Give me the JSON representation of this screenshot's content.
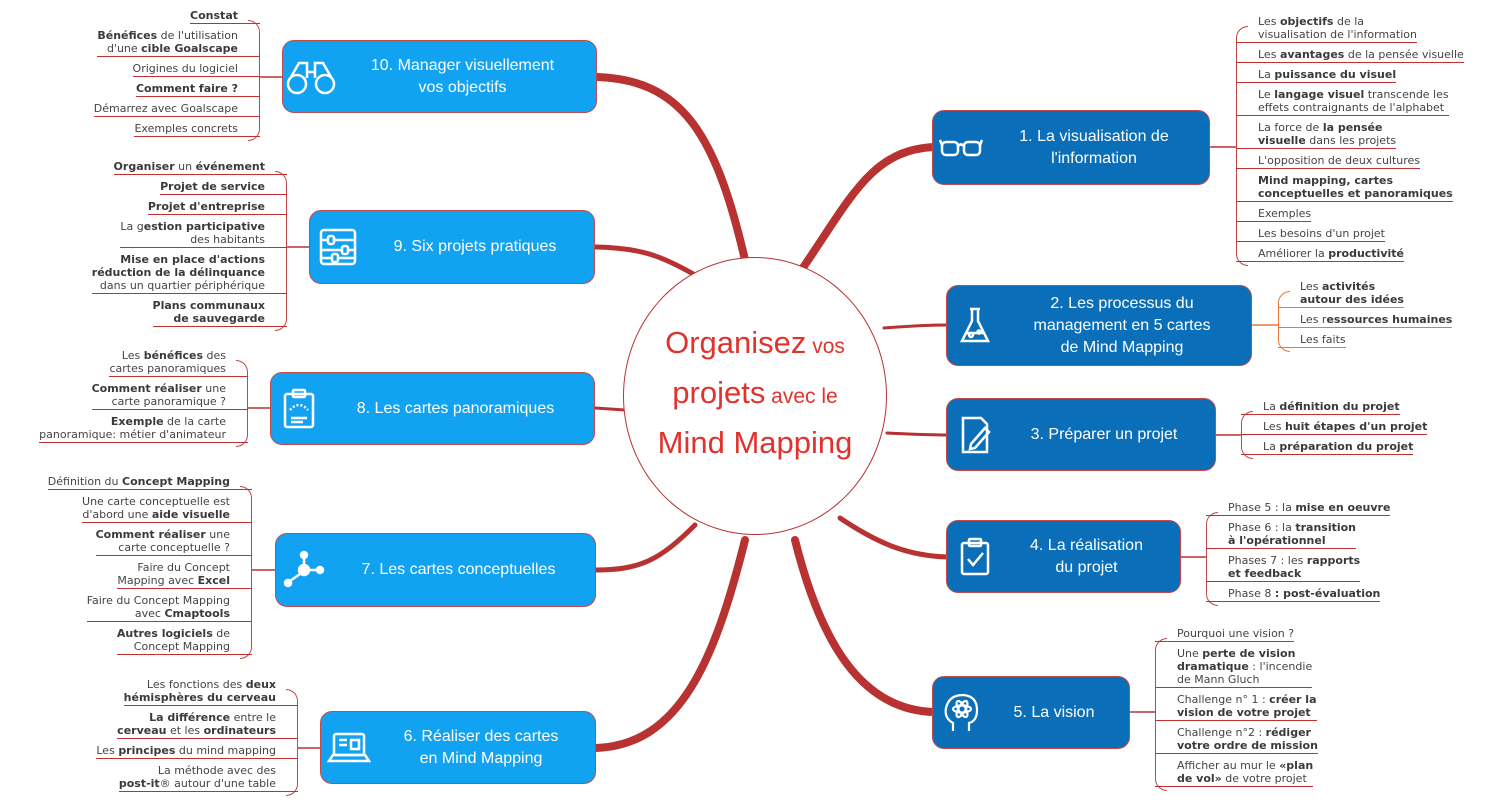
{
  "colors": {
    "branch": "#b83232",
    "right_box": "#0a6fb8",
    "left_box": "#12a2f2",
    "title": "#e0332e",
    "orange": "#e8793a"
  },
  "center": {
    "segments": [
      {
        "t": "Organisez",
        "size": "big"
      },
      {
        "t": " vos",
        "size": "small"
      },
      {
        "t": "\n"
      },
      {
        "t": "projets",
        "size": "big"
      },
      {
        "t": " avec le",
        "size": "small"
      },
      {
        "t": "\n"
      },
      {
        "t": "Mind Mapping",
        "size": "big"
      }
    ]
  },
  "branches": [
    {
      "id": "b1",
      "label": "1. La visualisation de\nl'information",
      "icon": "glasses-icon",
      "leaves": [
        [
          {
            "t": "Les "
          },
          {
            "t": "objectifs",
            "b": true
          },
          {
            "t": " de la\nvisualisation de l'information"
          }
        ],
        [
          {
            "t": "Les "
          },
          {
            "t": "avantages",
            "b": true
          },
          {
            "t": " de la pensée visuelle"
          }
        ],
        [
          {
            "t": "La "
          },
          {
            "t": "puissance du visuel",
            "b": true
          }
        ],
        [
          {
            "t": "Le "
          },
          {
            "t": "langage visuel",
            "b": true
          },
          {
            "t": " transcende les\neffets contraignants de l'alphabet"
          }
        ],
        [
          {
            "t": "La force de "
          },
          {
            "t": "la pensée\nvisuelle",
            "b": true
          },
          {
            "t": " dans les projets"
          }
        ],
        [
          {
            "t": "L'opposition de deux cultures"
          }
        ],
        [
          {
            "t": "Mind mapping, cartes\nconceptuelles et panoramiques",
            "b": true
          }
        ],
        [
          {
            "t": "Exemples"
          }
        ],
        [
          {
            "t": "Les besoins d'un projet"
          }
        ],
        [
          {
            "t": "Améliorer la "
          },
          {
            "t": "productivité",
            "b": true
          }
        ]
      ]
    },
    {
      "id": "b2",
      "label": "2. Les processus du\nmanagement en 5 cartes\nde Mind Mapping",
      "icon": "flask-icon",
      "leaves": [
        [
          {
            "t": "Les "
          },
          {
            "t": "activités\nautour des idées",
            "b": true
          }
        ],
        [
          {
            "t": "Les r"
          },
          {
            "t": "essources humaines",
            "b": true
          }
        ],
        [
          {
            "t": "Les faits"
          }
        ]
      ]
    },
    {
      "id": "b3",
      "label": "3. Préparer un projet",
      "icon": "document-pen-icon",
      "leaves": [
        [
          {
            "t": "La "
          },
          {
            "t": "définition du projet",
            "b": true
          }
        ],
        [
          {
            "t": "Les "
          },
          {
            "t": "huit étapes d'un projet",
            "b": true
          }
        ],
        [
          {
            "t": "La "
          },
          {
            "t": "préparation du projet",
            "b": true
          }
        ]
      ]
    },
    {
      "id": "b4",
      "label": "4. La réalisation\ndu projet",
      "icon": "clipboard-check-icon",
      "leaves": [
        [
          {
            "t": "Phase 5 : la "
          },
          {
            "t": "mise en oeuvre",
            "b": true
          }
        ],
        [
          {
            "t": "Phase 6 : la "
          },
          {
            "t": "transition\nà l'opérationnel",
            "b": true
          }
        ],
        [
          {
            "t": "Phases 7 : les "
          },
          {
            "t": "rapports\net feedback",
            "b": true
          }
        ],
        [
          {
            "t": "Phase 8 "
          },
          {
            "t": ": post-évaluation",
            "b": true
          }
        ]
      ]
    },
    {
      "id": "b5",
      "label": "5. La vision",
      "icon": "head-atom-icon",
      "leaves": [
        [
          {
            "t": "Pourquoi une vision ?"
          }
        ],
        [
          {
            "t": "Une "
          },
          {
            "t": "perte de vision\ndramatique",
            "b": true
          },
          {
            "t": " : l'incendie\nde Mann Gluch"
          }
        ],
        [
          {
            "t": "Challenge n° 1 : "
          },
          {
            "t": "créer la\nvision de votre projet",
            "b": true
          }
        ],
        [
          {
            "t": "Challenge n°2 : "
          },
          {
            "t": "rédiger\nvotre ordre de mission",
            "b": true
          }
        ],
        [
          {
            "t": "Afficher au mur le "
          },
          {
            "t": "«plan\nde vol»",
            "b": true
          },
          {
            "t": " de votre projet"
          }
        ]
      ]
    },
    {
      "id": "b6",
      "label": "6. Réaliser des cartes\nen Mind Mapping",
      "icon": "laptop-icon",
      "leaves": [
        [
          {
            "t": "Les fonctions des "
          },
          {
            "t": "deux\nhémisphères du cerveau",
            "b": true
          }
        ],
        [
          {
            "t": "La différence",
            "b": true
          },
          {
            "t": " entre le\n"
          },
          {
            "t": "cerveau",
            "b": true
          },
          {
            "t": " et les "
          },
          {
            "t": "ordinateurs",
            "b": true
          }
        ],
        [
          {
            "t": "Les "
          },
          {
            "t": "principes",
            "b": true
          },
          {
            "t": " du mind mapping"
          }
        ],
        [
          {
            "t": "La méthode avec des\n"
          },
          {
            "t": "post-it",
            "b": true
          },
          {
            "t": "® autour d'une table"
          }
        ]
      ]
    },
    {
      "id": "b7",
      "label": "7. Les cartes conceptuelles",
      "icon": "network-icon",
      "leaves": [
        [
          {
            "t": "Définition du "
          },
          {
            "t": "Concept Mapping",
            "b": true
          }
        ],
        [
          {
            "t": "Une carte conceptuelle est\nd'abord une "
          },
          {
            "t": "aide visuelle",
            "b": true
          }
        ],
        [
          {
            "t": "Comment réaliser",
            "b": true
          },
          {
            "t": " une\ncarte conceptuelle ?"
          }
        ],
        [
          {
            "t": "Faire du Concept\nMapping avec "
          },
          {
            "t": "Excel",
            "b": true
          }
        ],
        [
          {
            "t": "Faire du Concept Mapping\navec "
          },
          {
            "t": "Cmaptools",
            "b": true
          }
        ],
        [
          {
            "t": "Autres logiciels",
            "b": true
          },
          {
            "t": " de\nConcept Mapping"
          }
        ]
      ]
    },
    {
      "id": "b8",
      "label": "8. Les cartes panoramiques",
      "icon": "clipboard-chart-icon",
      "leaves": [
        [
          {
            "t": "Les "
          },
          {
            "t": "bénéfices",
            "b": true
          },
          {
            "t": " des\ncartes panoramiques"
          }
        ],
        [
          {
            "t": "Comment réaliser",
            "b": true
          },
          {
            "t": " une\ncarte panoramique ?"
          }
        ],
        [
          {
            "t": "Exemple",
            "b": true
          },
          {
            "t": " de la carte\npanoramique: métier d'animateur"
          }
        ]
      ]
    },
    {
      "id": "b9",
      "label": "9. Six projets pratiques",
      "icon": "abacus-icon",
      "leaves": [
        [
          {
            "t": "Organiser",
            "b": true
          },
          {
            "t": " un "
          },
          {
            "t": "événement",
            "b": true
          }
        ],
        [
          {
            "t": "Projet de service",
            "b": true
          }
        ],
        [
          {
            "t": "Projet d'entreprise",
            "b": true
          }
        ],
        [
          {
            "t": "La g"
          },
          {
            "t": "estion participative",
            "b": true
          },
          {
            "t": "\ndes habitants"
          }
        ],
        [
          {
            "t": "Mise en place d'actions\nréduction de la délinquance",
            "b": true
          },
          {
            "t": "\ndans un quartier périphérique"
          }
        ],
        [
          {
            "t": "Plans communaux\nde sauvegarde",
            "b": true
          }
        ]
      ]
    },
    {
      "id": "b10",
      "label": "10. Manager visuellement\nvos objectifs",
      "icon": "binoculars-icon",
      "leaves": [
        [
          {
            "t": "Constat",
            "b": true
          }
        ],
        [
          {
            "t": "Bénéfices",
            "b": true
          },
          {
            "t": " de l'utilisation\nd'une "
          },
          {
            "t": "cible Goalscape",
            "b": true
          }
        ],
        [
          {
            "t": "Origines du logiciel"
          }
        ],
        [
          {
            "t": "Comment faire ?",
            "b": true
          }
        ],
        [
          {
            "t": "Démarrez avec Goalscape"
          }
        ],
        [
          {
            "t": "Exemples concrets"
          }
        ]
      ]
    }
  ]
}
